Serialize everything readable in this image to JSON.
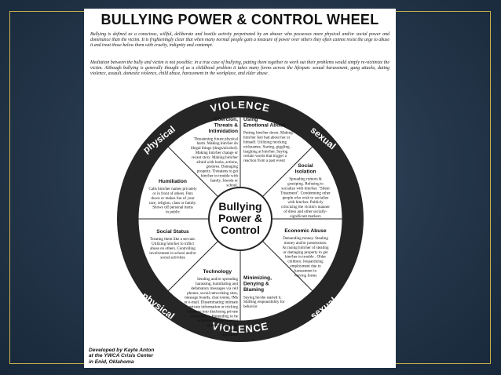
{
  "document": {
    "title": "BULLYING POWER & CONTROL WHEEL",
    "intro_1": "Bullying is defined as a conscious, willful, deliberate and hostile activity perpetrated by an abuser who possesses more physical and/or social power and dominance than the victim. It is frighteningly clear that when many normal people gain a measure of power over others they often cannot resist the urge to abuse it and treat those below them with cruelty, indignity and contempt.",
    "intro_2": "Mediation between the bully and victim is not possible; in a true case of bullying, putting them together to work out their problems would simply re-victimize the victim. Although bullying is generally thought of as a childhood problem it takes many forms across the lifespan: sexual harassment, gang attacks, dating violence, assault, domestic violence, child abuse, harassment in the workplace, and elder abuse.",
    "credit_lines": [
      "Developed by Kayte Anton",
      "at the YWCA Crisis Center",
      "in Enid, Oklahoma"
    ]
  },
  "wheel": {
    "center_lines": [
      "Bullying",
      "Power &",
      "Control"
    ],
    "rim_labels": {
      "top": "VIOLENCE",
      "bottom": "VIOLENCE",
      "upper_left": "physical",
      "upper_right": "sexual",
      "lower_left": "physical",
      "lower_right": "sexual"
    },
    "segments": [
      {
        "id": "coercion",
        "heading_lines": [
          "Coercion,",
          "Threats &",
          "Intimidation"
        ],
        "body_lines": [
          "Threatening future physical",
          "harm. Making him/her do",
          "illegal things (drugs/alcohol).",
          "Making him/her change or",
          "recant story. Making him/her",
          "afraid with looks, actions,",
          "gestures. Damaging",
          "property. Threatens to get",
          "him/her in trouble with",
          "family, friends or",
          "school."
        ]
      },
      {
        "id": "emotional-abuse",
        "heading_lines": [
          "Using",
          "Emotional Abuse"
        ],
        "body_lines": [
          "Putting him/her down. Making",
          "him/her feel bad about her or",
          "himself. Utilizing mocking",
          "nicknames. Staring, giggling,",
          "laughing at him/her. Saying",
          "certain words that trigger a",
          "reaction from a past event"
        ]
      },
      {
        "id": "social-isolation",
        "heading_lines": [
          "Social",
          "Isolation"
        ],
        "body_lines": [
          "Spreading rumors &",
          "gossiping. Refusing to",
          "socialize with him/her. \"Silent",
          "Treatment\". Condemning other",
          "people who wish to socialize",
          "with him/her. Publicly",
          "criticizing the victim's manner",
          "of dress and other socially-",
          "significant markers"
        ]
      },
      {
        "id": "economic-abuse",
        "heading_lines": [
          "Economic Abuse"
        ],
        "body_lines": [
          "Demanding money. Stealing",
          "money and/or possessions.",
          "Accusing him/her of stealing",
          "or damaging property to get",
          "him/her in trouble . Older",
          "children: Jeopardizing",
          "employment due to",
          "harassment in",
          "varying forms"
        ]
      },
      {
        "id": "minimizing",
        "heading_lines": [
          "Minimizing,",
          "Denying &",
          "Blaming"
        ],
        "body_lines": [
          "Saying  he/she started it.",
          "Shifting responsibility for",
          "behavior"
        ]
      },
      {
        "id": "technology",
        "heading_lines": [
          "Technology"
        ],
        "body_lines": [
          "Sending and/or spreading",
          "harassing, humiliating and",
          "defamatory messages via cell",
          "phones, social networking sites,",
          "message boards, chat rooms, IMs",
          "or e-mail. Disseminating intimate",
          "private information or tricking",
          "someone into disclosing private",
          "information. Pretending to be",
          "someone else and posting",
          "material to damage",
          "that person's",
          "reputation"
        ]
      },
      {
        "id": "social-status",
        "heading_lines": [
          "Social Status"
        ],
        "body_lines": [
          "Treating them like a servant.",
          "Utilizing him/her to inflict",
          "abuse on others. Controlling",
          "involvement in school and/or",
          "social activities"
        ]
      },
      {
        "id": "humiliation",
        "heading_lines": [
          "Humiliation"
        ],
        "body_lines": [
          "Calls him/her names privately",
          "or in front of others.  Puts",
          "down or makes fun of your",
          "race, religion, class or family.",
          "Shows off personal items",
          "in public"
        ]
      }
    ]
  }
}
